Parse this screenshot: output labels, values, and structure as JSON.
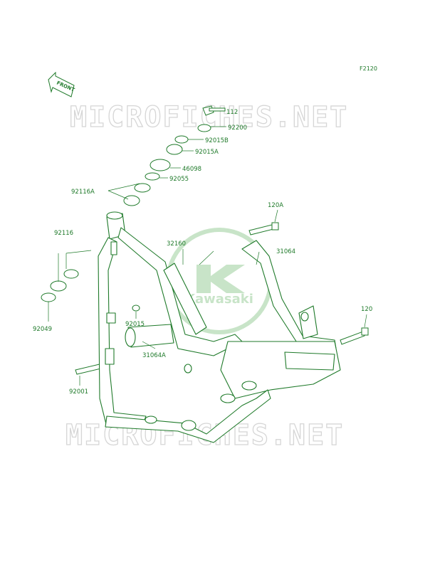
{
  "figure_code": "F2120",
  "front_arrow_label": "FRONT",
  "watermark_text": "MICROFICHES.NET",
  "logo_text": "Kawasaki",
  "colors": {
    "line": "#1f7a2a",
    "watermark": "#d6d6d6",
    "logo": "#9ccf9c"
  },
  "parts": [
    {
      "id": "112"
    },
    {
      "id": "92200"
    },
    {
      "id": "92015B"
    },
    {
      "id": "92015A"
    },
    {
      "id": "46098"
    },
    {
      "id": "92055"
    },
    {
      "id": "92116A"
    },
    {
      "id": "92116"
    },
    {
      "id": "92049"
    },
    {
      "id": "32160"
    },
    {
      "id": "120A"
    },
    {
      "id": "31064"
    },
    {
      "id": "92015"
    },
    {
      "id": "31064A"
    },
    {
      "id": "120"
    },
    {
      "id": "92001"
    }
  ]
}
